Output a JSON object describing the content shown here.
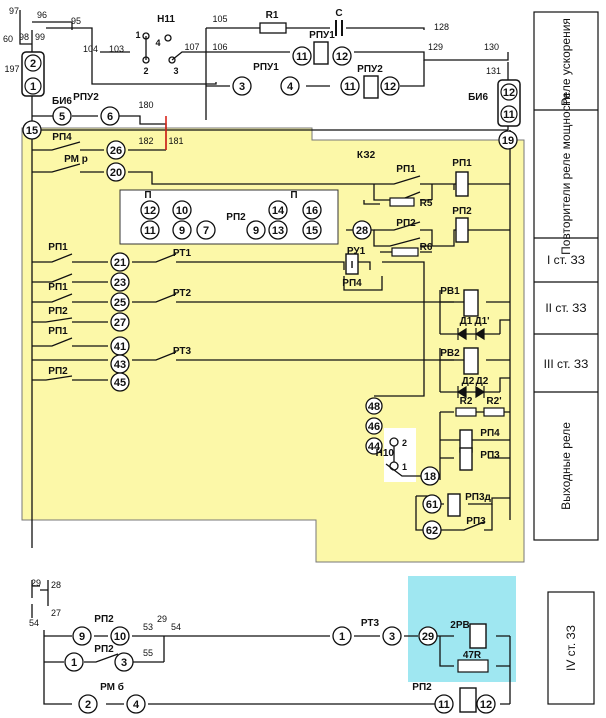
{
  "colors": {
    "background": "#ffffff",
    "zone_fill": "#fcf8a8",
    "zone_stroke": "#777777",
    "box_iv_fill": "#9fe7f1",
    "wire": "#111111",
    "highlight_wire": "#d9261c"
  },
  "right_panel": {
    "boost_relays": "Реле ускорения",
    "power_repeaters": "Повторители реле мощности",
    "stage1": "I ст. ЗЗ",
    "stage2": "II ст. ЗЗ",
    "stage3": "III ст. ЗЗ",
    "output_relays": "Выходные реле",
    "stage4": "IV ст. ЗЗ"
  },
  "zone_label": "КЗ2",
  "switch_box": {
    "title_left": "П",
    "title_right": "П"
  },
  "top": {
    "n96": "96",
    "n97": "97",
    "n95": "95",
    "n60": "60",
    "n98": "98",
    "n99": "99",
    "n197": "197",
    "bi6_left": "БИ6",
    "bi6_left_t1": "2",
    "bi6_left_t2": "1",
    "n11_label": "Н11",
    "n104": "104",
    "n103": "103",
    "n11_t1": "1",
    "n11_t2": "2",
    "n11_t3": "3",
    "n11_t4": "4",
    "n105": "105",
    "n107": "107",
    "n106": "106",
    "r1": "R1",
    "c": "С",
    "rpu1": "РПУ1",
    "rpu1_a": "11",
    "rpu1_b": "12",
    "rpu1_contact": "РПУ1",
    "rpu1_c3": "3",
    "rpu1_c4": "4",
    "rpu2": "РПУ2",
    "rpu2_a": "11",
    "rpu2_b": "12",
    "n128": "128",
    "n129": "129",
    "n130": "130",
    "n131": "131",
    "bi6_right": "БИ6",
    "bi6_right_t1": "12",
    "bi6_right_t2": "11",
    "rpu2_contact": "РПУ2",
    "rpu2_c5": "5",
    "rpu2_c6": "6",
    "n180": "180",
    "n182": "182",
    "n181": "181",
    "t15": "15",
    "t19": "19"
  },
  "power": {
    "rp4": "РП4",
    "rmp": "РМ р",
    "t26": "26",
    "t20": "20",
    "rp1_coil": "РП1",
    "rp1_contact": "РП1",
    "r5": "R5",
    "rp2_coil": "РП2",
    "rp2_contact": "РП2",
    "r6": "R6",
    "sw_12": "12",
    "sw_11": "11",
    "sw_10": "10",
    "sw_9": "9",
    "sw_7": "7",
    "sw_rp2": "РП2",
    "sw_9b": "9",
    "sw_14": "14",
    "sw_13": "13",
    "sw_16": "16",
    "sw_15": "15",
    "t28": "28"
  },
  "stages": {
    "rp1_a": "РП1",
    "rp1_b": "РП1",
    "rp2_a": "РП2",
    "rp1_c": "РП1",
    "rp2_b": "РП2",
    "t21": "21",
    "t23": "23",
    "t25": "25",
    "t27": "27",
    "t41": "41",
    "t43": "43",
    "t45": "45",
    "rt1": "РТ1",
    "rt2": "РТ2",
    "rt3": "РТ3",
    "ru1": "РУ1",
    "ru1_coil": "I",
    "rp4_c": "РП4",
    "rv1": "РВ1",
    "d1": "Д1",
    "d1p": "Д1'",
    "rv2": "РВ2",
    "d2": "Д2",
    "d2b": "Д2",
    "r2": "R2",
    "r2p": "R2'",
    "rp4_out": "РП4",
    "rp3_out": "РП3",
    "t48": "48",
    "t46": "46",
    "t44": "44",
    "h10": "Н10",
    "h10_t2": "2",
    "h10_t1": "1",
    "t18": "18",
    "t61": "61",
    "t62": "62",
    "rp3d": "РП3д",
    "rp3_c": "РП3"
  },
  "bottom": {
    "n29": "29",
    "n28": "28",
    "n54": "54",
    "n27": "27",
    "rp2_a": "РП2",
    "t9": "9",
    "t10": "10",
    "n53": "53",
    "n29b": "29",
    "n54b": "54",
    "rp2_b": "РП2",
    "t1": "1",
    "t3": "3",
    "n55": "55",
    "rmb": "РМ б",
    "t2": "2",
    "t4": "4",
    "rt3": "РТ3",
    "t1b": "1",
    "t3b": "3",
    "t29": "29",
    "rv2": "2РВ",
    "r47": "47R",
    "rp2_c": "РП2",
    "t11": "11",
    "t12": "12"
  }
}
